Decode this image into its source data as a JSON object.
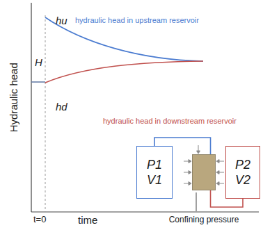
{
  "diagram": {
    "nodes": [
      {
        "text": [
          "P1 V1"
        ]
      },
      {
        "text": [
          "Confining pressure"
        ]
      },
      {
        "text": [
          "P2 V2"
        ]
      }
    ],
    "edges": [
      {
        "from": 0,
        "to": 1,
        "arrow": "none"
      },
      {
        "from": 2,
        "to": 1,
        "arrow": "none"
      }
    ],
    "labels": [
      "hu",
      "H",
      "hd",
      "hydraulic head in upstream reservoir",
      "hydraulic head in downstream reservoir",
      "Hydraulic head",
      "time",
      "t=0"
    ]
  }
}
